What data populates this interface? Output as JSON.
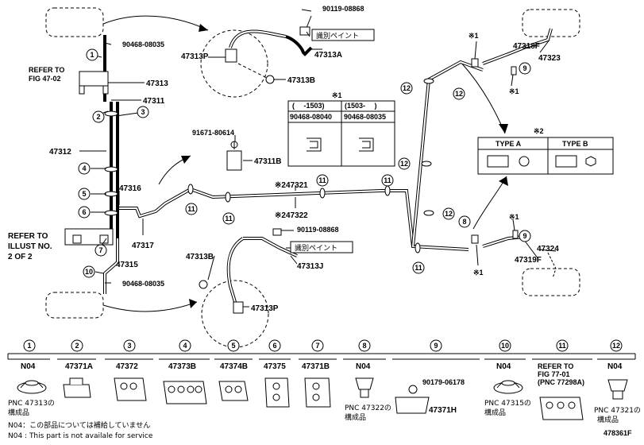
{
  "refs": {
    "fig_47_02": [
      "REFER TO",
      "FIG 47-02"
    ],
    "illust_no": [
      "REFER TO",
      "ILLUST NO.",
      "2 OF 2"
    ]
  },
  "parts": {
    "p90119_top": "90119-08868",
    "p90468_top": "90468-08035",
    "p47313p_top": "47313P",
    "p47313a": "47313A",
    "p47313b_top": "47313B",
    "p47313": "47313",
    "p47311": "47311",
    "p47312": "47312",
    "p47316": "47316",
    "p47317": "47317",
    "p47315": "47315",
    "p90468_bot": "90468-08035",
    "p91671": "91671-80614",
    "p47311b": "47311B",
    "p47321": "※247321",
    "p47322": "※247322",
    "p90119_bot": "90119-08868",
    "p47313b_bot": "47313B",
    "p47313j": "47313J",
    "p47313p_bot": "47313P",
    "p47318f": "47318F",
    "p47323": "47323",
    "p47319f": "47319F",
    "p47324": "47324",
    "paint_top": "識別ペイント",
    "paint_bot": "識別ペイント"
  },
  "table1": {
    "mark": "※1",
    "col1_head": "(　 -1503)",
    "col2_head": "(1503-　 )",
    "col1_part": "90468-08040",
    "col2_part": "90468-08035"
  },
  "table2": {
    "mark": "※2",
    "col1_head": "TYPE A",
    "col2_head": "TYPE B"
  },
  "marks": {
    "m1a": "※1",
    "m1b": "※1",
    "m1c": "※1",
    "m1d": "※1"
  },
  "callouts": {
    "c1": "1",
    "c2": "2",
    "c3": "3",
    "c4": "4",
    "c5": "5",
    "c6": "6",
    "c7": "7",
    "c8": "8",
    "c9": "9",
    "c10": "10",
    "c11": "11",
    "c12": "12"
  },
  "legend": {
    "items": [
      {
        "num": "1",
        "part": "N04"
      },
      {
        "num": "2",
        "part": "47371A"
      },
      {
        "num": "3",
        "part": "47372"
      },
      {
        "num": "4",
        "part": "47373B"
      },
      {
        "num": "5",
        "part": "47374B"
      },
      {
        "num": "6",
        "part": "47375"
      },
      {
        "num": "7",
        "part": "47371B"
      },
      {
        "num": "8",
        "part": "N04"
      },
      {
        "num": "9",
        "part": "90179-06178"
      },
      {
        "num": "10",
        "part": "N04"
      },
      {
        "num": "11",
        "part": "REFER TO"
      },
      {
        "num": "12",
        "part": "N04"
      }
    ],
    "i9_sub": "47371H",
    "i11_fig": "FIG 77-01",
    "i11_pnc": "(PNC 77298A)",
    "notes": {
      "n1_a": "PNC 47313の",
      "n1_b": "構成品",
      "n8_a": "PNC 47322の",
      "n8_b": "構成品",
      "n10_a": "PNC 47315の",
      "n10_b": "構成品",
      "n12_a": "PNC 47321の",
      "n12_b": "構成品"
    },
    "footnote_jp": "N04：この部品については補給していません",
    "footnote_en": "N04 :  This part is not availale for service",
    "fig_id": "478361F"
  }
}
